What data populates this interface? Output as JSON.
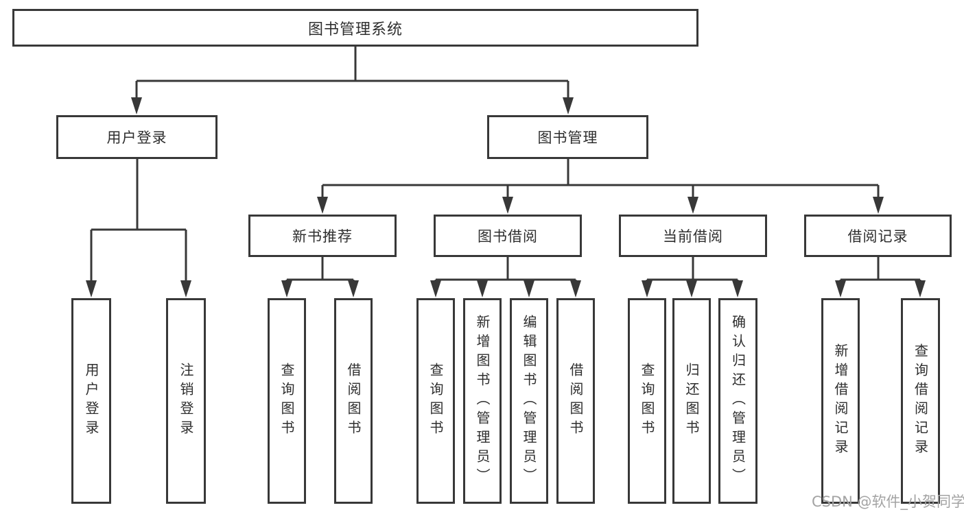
{
  "tree": {
    "root": {
      "label": "图书管理系统"
    },
    "level2": [
      {
        "label": "用户登录"
      },
      {
        "label": "图书管理"
      }
    ],
    "level3": [
      {
        "label": "新书推荐"
      },
      {
        "label": "图书借阅"
      },
      {
        "label": "当前借阅"
      },
      {
        "label": "借阅记录"
      }
    ],
    "leaves": {
      "user_login": [
        {
          "label": "用户登录"
        },
        {
          "label": "注销登录"
        }
      ],
      "new_book_rec": [
        {
          "label": "查询图书"
        },
        {
          "label": "借阅图书"
        }
      ],
      "book_borrow": [
        {
          "label": "查询图书"
        },
        {
          "label": "新增图书（管理员）"
        },
        {
          "label": "编辑图书（管理员）"
        },
        {
          "label": "借阅图书"
        }
      ],
      "current_borrow": [
        {
          "label": "查询图书"
        },
        {
          "label": "归还图书"
        },
        {
          "label": "确认归还（管理员）"
        }
      ],
      "borrow_record": [
        {
          "label": "新增借阅记录"
        },
        {
          "label": "查询借阅记录"
        }
      ]
    }
  },
  "watermark": "CSDN @软件_小贺同学",
  "colors": {
    "line": "#383838",
    "text": "#2e2e2e",
    "background": "#ffffff",
    "watermark": "#a3a3a3"
  }
}
